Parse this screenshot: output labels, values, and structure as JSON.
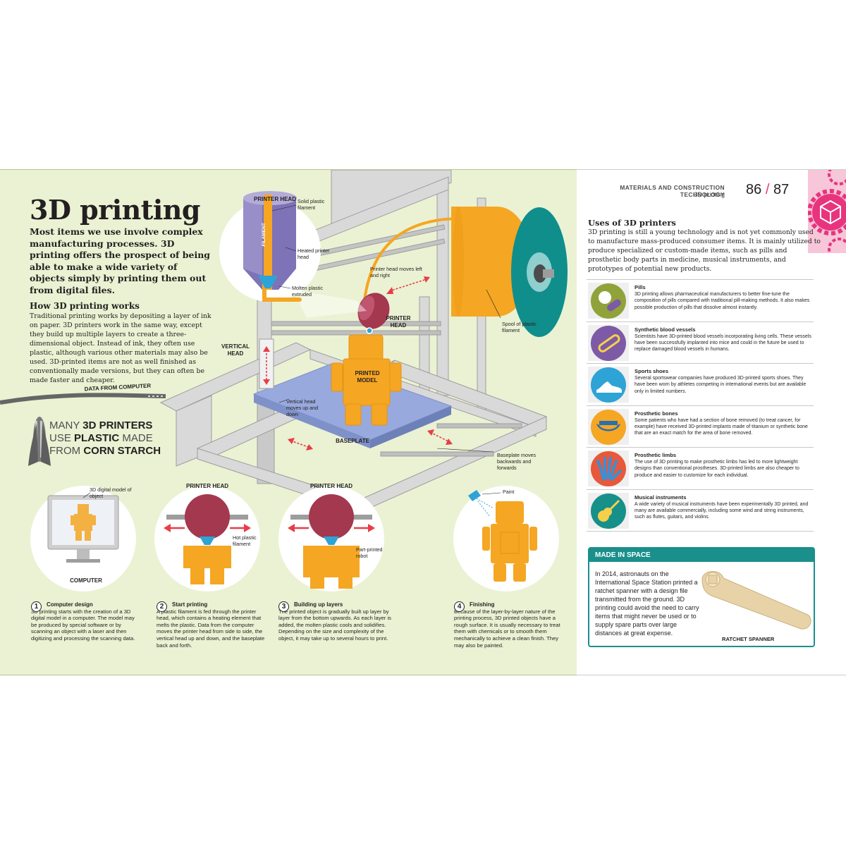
{
  "left": {
    "title": "3D printing",
    "intro": "Most items we use involve complex manufacturing processes. 3D printing offers the prospect of being able to make a wide variety of objects simply by printing them out from digital files.",
    "how_heading": "How 3D printing works",
    "how_body": "Traditional printing works by depositing a layer of ink on paper. 3D printers work in the same way, except they build up multiple layers to create a three-dimensional object. Instead of ink, they often use plastic, although various other materials may also be used. 3D-printed items are not as well finished as conventionally made versions, but they can often be made faster and cheaper.",
    "labels": {
      "printer_head_top": "PRINTER HEAD",
      "filament": "FILAMENT",
      "solid_filament": "Solid plastic filament",
      "heated_head": "Heated printer head",
      "molten": "Molten plastic extruded",
      "head_moves": "Printer head moves left and right",
      "printer_head_main": "PRINTER HEAD",
      "spool": "Spool of plastic filament",
      "vertical_head": "VERTICAL HEAD",
      "printed_model": "PRINTED MODEL",
      "vertical_moves": "Vertical head moves up and down",
      "data_from_computer": "DATA FROM COMPUTER",
      "baseplate": "BASEPLATE",
      "baseplate_moves": "Baseplate moves backwards and forwards",
      "model_in_computer": "3D digital model of object",
      "computer": "COMPUTER",
      "printer_head_2": "PRINTER HEAD",
      "hot_filament": "Hot plastic filament",
      "printer_head_3": "PRINTER HEAD",
      "part_printed": "Part-printed robot",
      "paint": "Paint"
    },
    "corn": {
      "line1a": "MANY ",
      "line1b": "3D PRINTERS",
      "line2a": "USE ",
      "line2b": "PLASTIC",
      "line2c": " MADE",
      "line3a": "FROM ",
      "line3b": "CORN STARCH"
    },
    "steps": [
      {
        "num": "1",
        "title": "Computer design",
        "body": "3D printing starts with the creation of a 3D digital model in a computer. The model may be produced by special software or by scanning an object with a laser and then digitizing and processing the scanning data."
      },
      {
        "num": "2",
        "title": "Start printing",
        "body": "A plastic filament is fed through the printer head, which contains a heating element that melts the plastic. Data from the computer moves the printer head from side to side, the vertical head up and down, and the baseplate back and forth."
      },
      {
        "num": "3",
        "title": "Building up layers",
        "body": "The printed object is gradually built up layer by layer from the bottom upwards. As each layer is added, the molten plastic cools and solidifies. Depending on the size and complexity of the object, it may take up to several hours to print."
      },
      {
        "num": "4",
        "title": "Finishing",
        "body": "Because of the layer-by-layer nature of the printing process, 3D printed objects have a rough surface. It is usually necessary to treat them with chemicals or to smooth them mechanically to achieve a clean finish. They may also be painted."
      }
    ]
  },
  "right": {
    "section": "MATERIALS AND CONSTRUCTION TECHNOLOGY",
    "subsection": "3D printing",
    "page_left": "86",
    "page_sep": "/",
    "page_right": "87",
    "uses_heading": "Uses of 3D printers",
    "uses_body": "3D printing is still a young technology and is not yet commonly used to manufacture mass-produced consumer items. It is mainly utilized to produce specialized or custom-made items, such as pills and prosthetic body parts in medicine, musical instruments, and prototypes of potential new products.",
    "uses": [
      {
        "title": "Pills",
        "body": "3D printing allows pharmaceutical manufacturers to better fine-tune the composition of pills compared with traditional pill-making methods. It also makes possible production of pills that dissolve almost instantly.",
        "color": "#8fa33a",
        "icon": "pill-icon"
      },
      {
        "title": "Synthetic blood vessels",
        "body": "Scientists have 3D-printed blood vessels incorporating living cells. These vessels have been successfully implanted into mice and could in the future be used to replace damaged blood vessels in humans.",
        "color": "#7d5aa6",
        "icon": "blood-vessel-icon"
      },
      {
        "title": "Sports shoes",
        "body": "Several sportswear companies have produced 3D-printed sports shoes. They have been worn by athletes competing in international events but are available only in limited numbers.",
        "color": "#2ea3d6",
        "icon": "shoe-icon"
      },
      {
        "title": "Prosthetic bones",
        "body": "Some patients who have had a section of bone removed (to treat cancer, for example) have received 3D-printed implants made of titanium or synthetic bone that are an exact match for the area of bone removed.",
        "color": "#f5a623",
        "icon": "bone-icon"
      },
      {
        "title": "Prosthetic limbs",
        "body": "The use of 3D printing to make prosthetic limbs has led to more lightweight designs than conventional prostheses. 3D-printed limbs are also cheaper to produce and easier to customize for each individual.",
        "color": "#e8583a",
        "icon": "hand-icon"
      },
      {
        "title": "Musical instruments",
        "body": "A wide variety of musical instruments have been experimentally 3D printed, and many are available commercially, including some wind and string instruments, such as flutes, guitars, and violins.",
        "color": "#17908a",
        "icon": "guitar-icon"
      }
    ],
    "space_heading": "MADE IN SPACE",
    "space_body": "In 2014, astronauts on the International Space Station printed a ratchet spanner with a design file transmitted from the ground. 3D printing could avoid the need to carry items that might never be used or to supply spare parts over large distances at great expense.",
    "spanner_label": "RATCHET SPANNER"
  }
}
